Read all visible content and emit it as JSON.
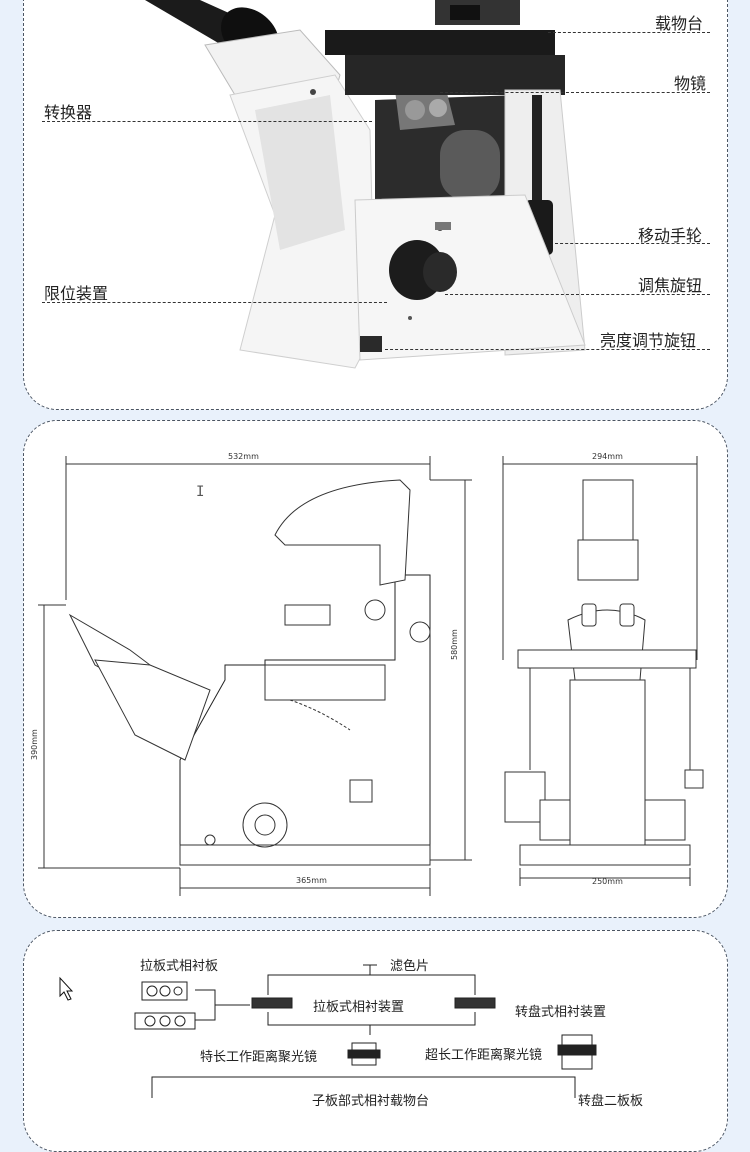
{
  "top_callouts": {
    "stage": "载物台",
    "objective": "物镜",
    "nosepiece": "转换器",
    "stage_knob": "移动手轮",
    "focus_knob": "调焦旋钮",
    "limit_device": "限位装置",
    "brightness_knob": "亮度调节旋钮"
  },
  "dimensions": {
    "side_width": "532mm",
    "side_height": "580mm",
    "side_left_height": "390mm",
    "side_base_width": "365mm",
    "front_width": "294mm",
    "front_base_width": "250mm"
  },
  "accessories": {
    "slider_plate": "拉板式相衬板",
    "filter": "滤色片",
    "slider_device": "拉板式相衬装置",
    "turret_device": "转盘式相衬装置",
    "long_condenser": "特长工作距离聚光镜",
    "ultra_long_condenser": "超长工作距离聚光镜",
    "bottom_left_partial": "子板部式相衬载物台",
    "bottom_right_partial": "转盘二板板"
  },
  "colors": {
    "page_bg": "#e9f1fb",
    "panel_border": "#4b5563",
    "body_white": "#f4f4f4",
    "dark": "#1c1c1c"
  }
}
